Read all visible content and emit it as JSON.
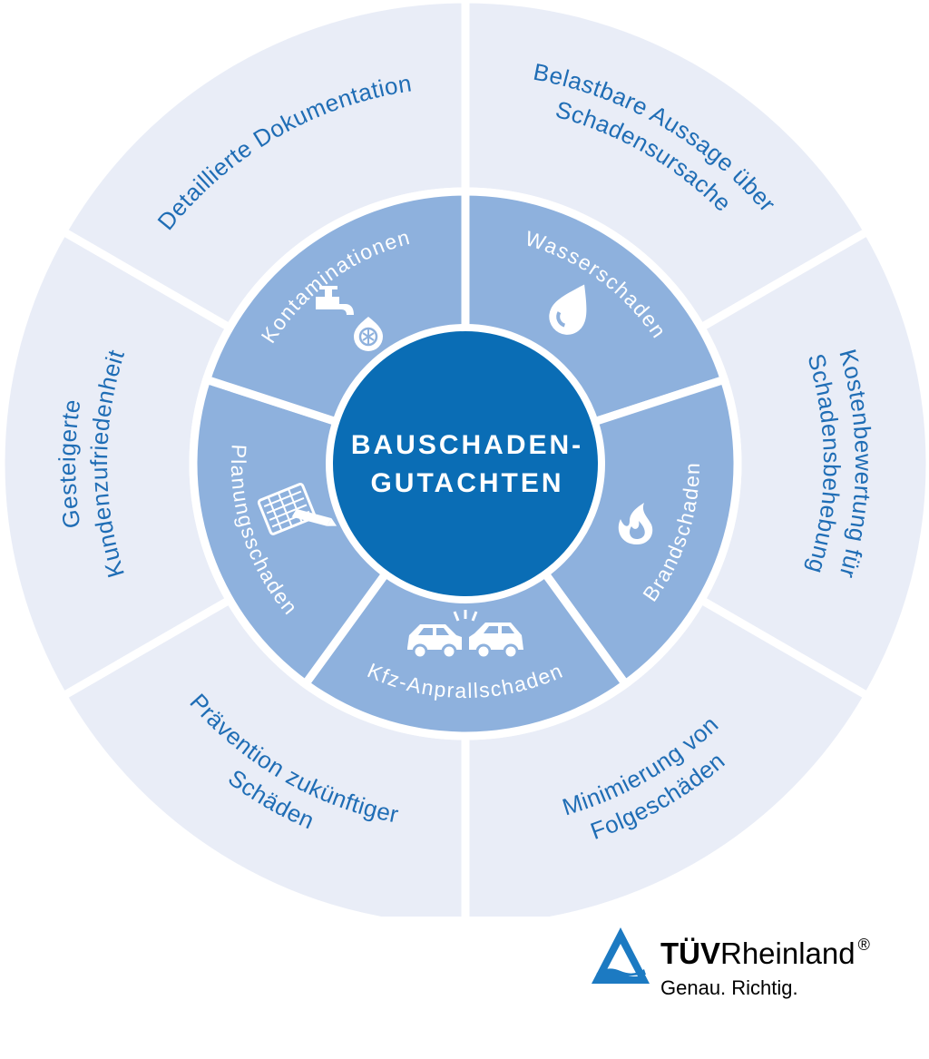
{
  "center": {
    "line1": "BAUSCHADEN-",
    "line2": "GUTACHTEN"
  },
  "inner_segments": [
    {
      "label": "Wasserschaden",
      "icon": "water-drop-icon"
    },
    {
      "label": "Brandschaden",
      "icon": "flame-icon"
    },
    {
      "label": "Kfz-Anprallschaden",
      "icon": "car-collision-icon"
    },
    {
      "label": "Planungsschaden",
      "icon": "blueprint-pencil-icon"
    },
    {
      "label": "Kontaminationen",
      "icon": "faucet-contamination-icon"
    }
  ],
  "outer_segments": [
    {
      "lines": [
        "Belastbare Aussage über",
        "Schadensursache"
      ]
    },
    {
      "lines": [
        "Kostenbewertung für",
        "Schadensbehebung"
      ]
    },
    {
      "lines": [
        "Minimierung von",
        "Folgeschäden"
      ]
    },
    {
      "lines": [
        "Prävention zukünftiger",
        "Schäden"
      ]
    },
    {
      "lines": [
        "Gesteigerte",
        "Kundenzufriedenheit"
      ]
    },
    {
      "lines": [
        "Detaillierte Dokumentation"
      ]
    }
  ],
  "logo": {
    "brand_bold": "TÜV",
    "brand_regular": "Rheinland",
    "registered": "®",
    "slogan": "Genau. Richtig."
  },
  "colors": {
    "outer_ring": "#e9edf7",
    "inner_ring": "#8eb1dd",
    "center": "#0a6db5",
    "outer_text": "#1f6db5",
    "logo_blue": "#1c7ac2"
  }
}
